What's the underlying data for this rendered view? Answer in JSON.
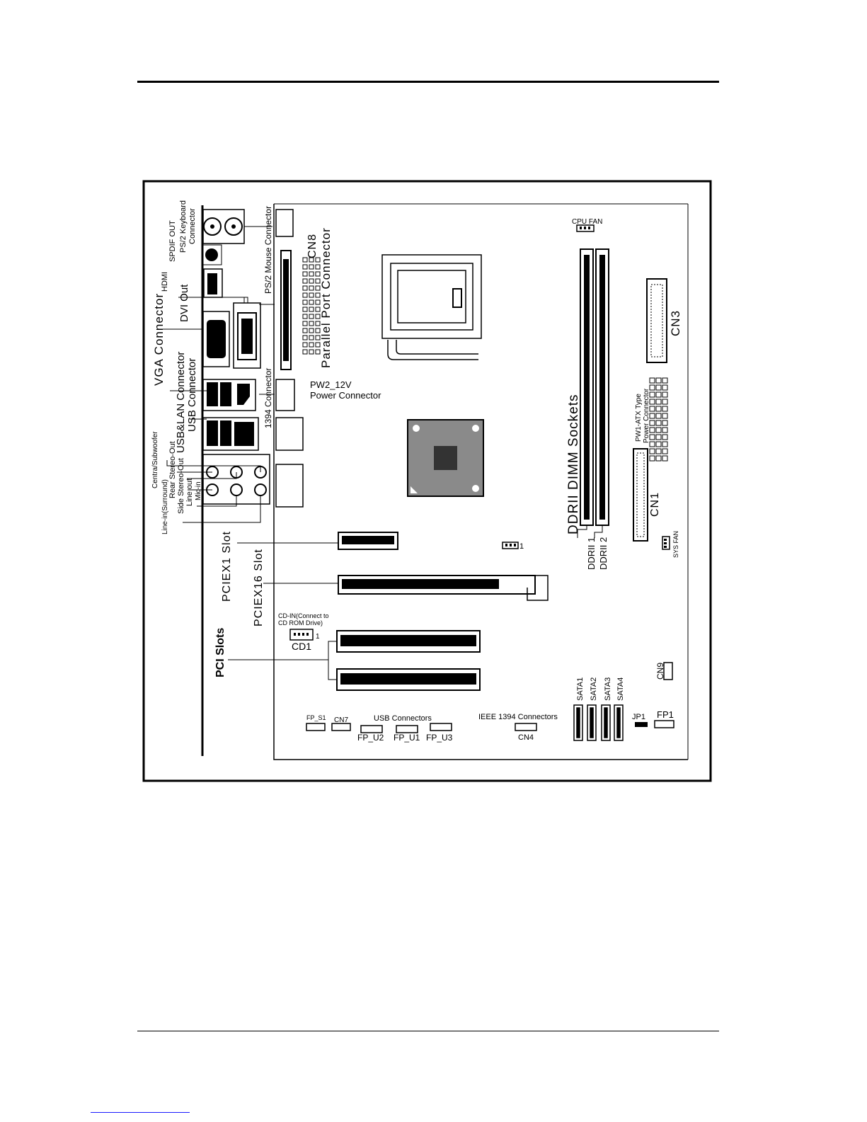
{
  "labels": {
    "ps2_keyboard": "PS/2 Keyboard",
    "ps2_keyboard_2": "Connector",
    "spdif_out": "SPDIF OUT",
    "hdmi": "HDMI",
    "dvi_out": "DVI Out",
    "vga_connector": "VGA  Connector",
    "usb_lan": "USB&LAN Connector",
    "usb_connector": "USB  Connector",
    "centra_subwoofer": "Centra/Subwoofer",
    "rear_stereo": "Rear Stereo-Out",
    "line_in_surround": "Line-in(Surround)",
    "side_stereo": "Side Stereo-Out",
    "line_out": "Line out",
    "mic_in": "Mic-in",
    "ps2_mouse": "PS/2 Mouse Connector",
    "cn8": "CN8",
    "parallel_port": "Parallel  Port  Connector",
    "connector_1394": "1394 Connector",
    "pw2_12v": "PW2_12V",
    "power_connector": "Power Connector",
    "cpu_fan": "CPU FAN",
    "cn3": "CN3",
    "ddrii_dimm": "DDRII  DIMM  Sockets",
    "pw1_atx": "PW1-ATX Type",
    "pw1_power": "Power Connector",
    "cn1": "CN1",
    "sys_fan": "SYS FAN",
    "ddrii1": "DDRII 1",
    "ddrii2": "DDRII 2",
    "pciex1": "PCIEX1 Slot",
    "pciex16": "PCIEX16 Slot",
    "cd_in_1": "CD-IN(Connect to",
    "cd_in_2": "CD ROM Drive)",
    "cd1": "CD1",
    "pci_slots": "PCI Slots",
    "cn9": "CN9",
    "sata1": "SATA1",
    "sata2": "SATA2",
    "sata3": "SATA3",
    "sata4": "SATA4",
    "jp1": "JP1",
    "fp1": "FP1",
    "fp_s1": "FP_S1",
    "cn7": "CN7",
    "usb_connectors": "USB Connectors",
    "fp_u2": "FP_U2",
    "fp_u1": "FP_U1",
    "fp_u3": "FP_U3",
    "ieee1394": "IEEE  1394  Connectors",
    "cn4": "CN4",
    "pin_one": "1"
  }
}
